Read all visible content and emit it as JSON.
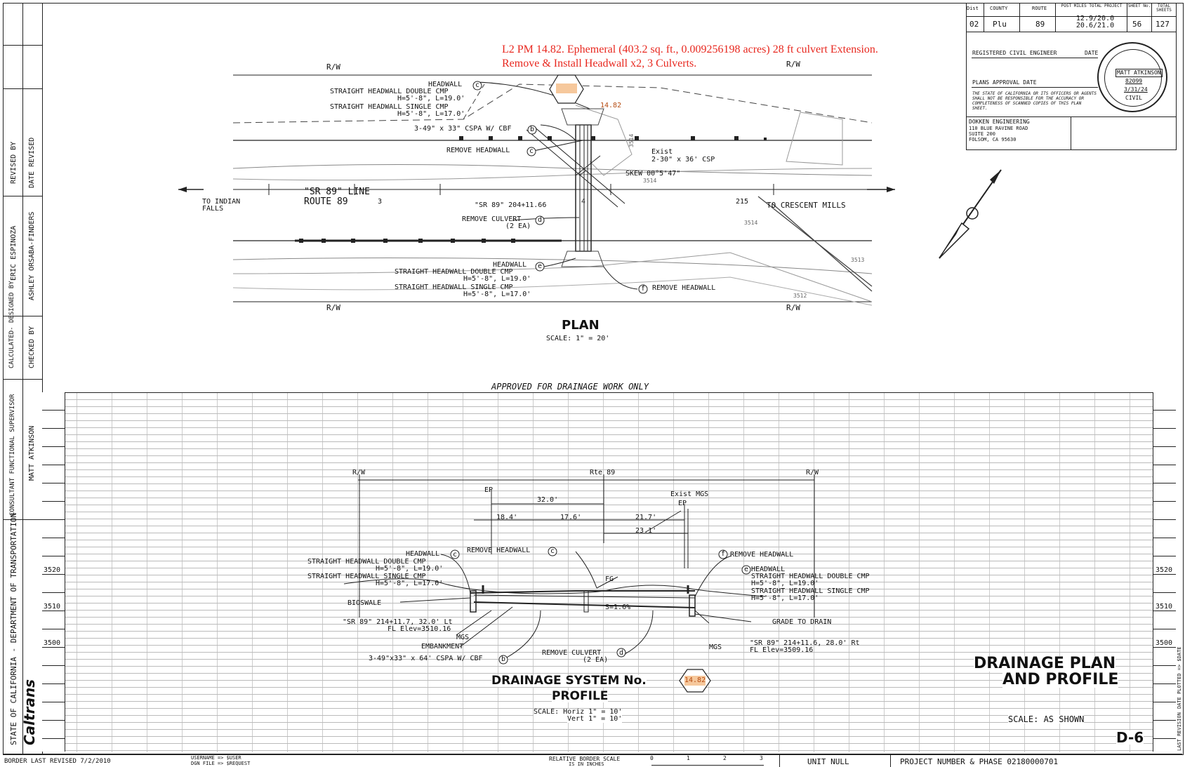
{
  "title_block": {
    "headers": [
      "Dist",
      "COUNTY",
      "ROUTE",
      "POST MILES TOTAL PROJECT",
      "SHEET No.",
      "TOTAL SHEETS"
    ],
    "values": [
      "02",
      "Plu",
      "89",
      "12.9/20.0 20.6/21.0",
      "56",
      "127"
    ],
    "registered_engineer": "REGISTERED CIVIL ENGINEER",
    "date_label": "DATE",
    "plans_approval": "PLANS APPROVAL DATE",
    "disclaimer": "THE STATE OF CALIFORNIA OR ITS OFFICERS OR AGENTS SHALL NOT BE RESPONSIBLE FOR THE ACCURACY OR COMPLETENESS OF SCANNED COPIES OF THIS PLAN SHEET.",
    "firm": [
      "DOKKEN ENGINEERING",
      "110 BLUE RAVINE ROAD",
      "SUITE 200",
      "FOLSOM, CA 95630"
    ],
    "stamp": {
      "name": "MATT ATKINSON",
      "no": "82099",
      "exp": "3/31/24",
      "type": "CIVIL"
    }
  },
  "annotation": {
    "line1": "L2 PM 14.82. Ephemeral (403.2 sq. ft., 0.009256198 acres) 28 ft culvert Extension.",
    "line2": "Remove & Install Headwall x2, 3 Culverts."
  },
  "left_strip": {
    "revised_by": "REVISED BY",
    "date_revised": "DATE REVISED",
    "designer": "ERIC ESPINOZA",
    "checker": "ASHLEY ORSABA-FINDERS",
    "calculated": "CALCULATED- DESIGNED BY",
    "checked_by": "CHECKED BY",
    "supervisor_label": "CONSULTANT FUNCTIONAL SUPERVISOR",
    "supervisor": "MATT ATKINSON",
    "state": "STATE OF CALIFORNIA - DEPARTMENT OF TRANSPORTATION",
    "logo": "Caltrans"
  },
  "plan": {
    "rw": "R/W",
    "headwall_c_top": "HEADWALL",
    "straight_double": "STRAIGHT HEADWALL DOUBLE CMP",
    "h19": "H=5'-8\", L=19.0'",
    "straight_single": "STRAIGHT HEADWALL SINGLE CMP",
    "h17": "H=5'-8\", L=17.0'",
    "cspa": "3-49\" x 33\" CSPA W/ CBF",
    "remove_headwall": "REMOVE HEADWALL",
    "exist": "Exist",
    "exist_csp": "2-30\" x 36' CSP",
    "skew": "SKEW 00°5'47\"",
    "sr89_line": "\"SR 89\" LINE",
    "route89": "ROUTE 89",
    "station": "\"SR 89\" 204+11.66",
    "to_indian": "TO INDIAN FALLS",
    "to_crescent": "TO CRESCENT MILLS",
    "remove_culvert": "REMOVE CULVERT",
    "two_ea": "(2 EA)",
    "remove_headwall_f": "REMOVE HEADWALL",
    "hex": "14.82",
    "contours": [
      "3514",
      "3513",
      "3512",
      "3514"
    ],
    "ticks": [
      "3",
      "4",
      "215"
    ],
    "title": "PLAN",
    "scale": "SCALE: 1\" = 20'"
  },
  "approved": "APPROVED FOR DRAINAGE WORK ONLY",
  "profile": {
    "rte": "Rte 89",
    "ep": "EP",
    "exist_mgs": "Exist MGS",
    "dims": [
      "32.0'",
      "18.4'",
      "17.6'",
      "21.7'",
      "23.1'"
    ],
    "headwall": "HEADWALL",
    "remove_headwall": "REMOVE HEADWALL",
    "fg": "FG",
    "slope": "S=1.6%",
    "bioswale": "BIOSWALE",
    "lt_station": "\"SR 89\" 214+11.7, 32.0' Lt",
    "lt_fl": "FL Elev=3510.16",
    "mgs": "MGS",
    "embankment": "EMBANKMENT",
    "cspa": "3-49\"x33\" x 64' CSPA W/ CBF",
    "remove_culvert": "REMOVE CULVERT",
    "two_ea": "(2 EA)",
    "grade": "GRADE TO DRAIN",
    "rt_station": "\"SR 89\" 214+11.6, 28.0' Rt",
    "rt_fl": "FL Elev=3509.16",
    "elevations": [
      "3520",
      "3510",
      "3500"
    ],
    "title1": "DRAINAGE SYSTEM No.",
    "title2": "PROFILE",
    "scale1": "SCALE: Horiz 1\" = 10'",
    "scale2": "Vert 1\" = 10'"
  },
  "sheet_title": {
    "line1": "DRAINAGE PLAN",
    "line2": "AND PROFILE",
    "scale": "SCALE: AS SHOWN",
    "sheet_id": "D-6"
  },
  "footer": {
    "border": "BORDER LAST REVISED 7/2/2010",
    "username": "USERNAME => $USER",
    "dgn": "DGN FILE => $REQUEST",
    "relative": "RELATIVE BORDER SCALE",
    "inches": "IS IN INCHES",
    "scale_ticks": [
      "0",
      "1",
      "2",
      "3"
    ],
    "unit": "UNIT NULL",
    "project": "PROJECT NUMBER & PHASE 02180000701"
  },
  "right_vertical": {
    "date_plotted": "DATE PLOTTED => $DATE",
    "last_revision": "LAST REVISION"
  }
}
